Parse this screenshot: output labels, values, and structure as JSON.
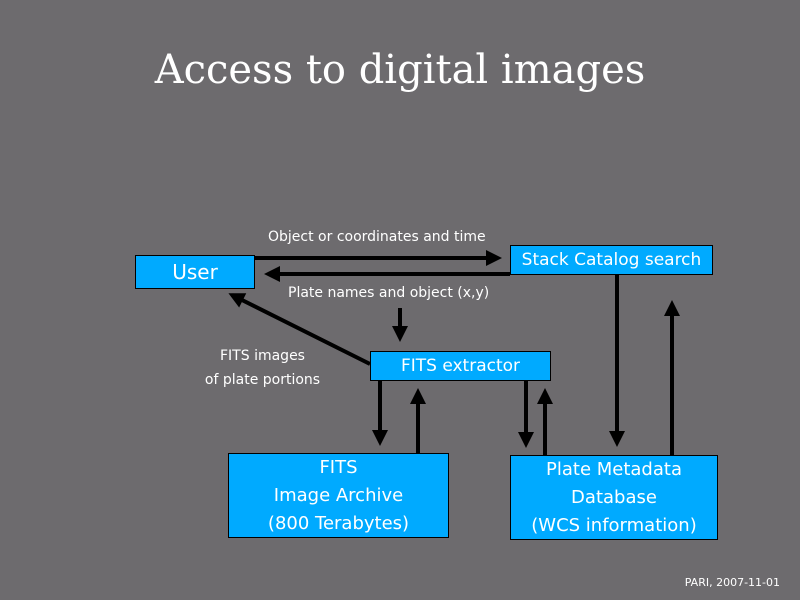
{
  "slide": {
    "title": "Access to digital images",
    "footer": "PARI, 2007-11-01"
  },
  "boxes": {
    "user": "User",
    "stack_catalog": "Stack Catalog search",
    "fits_extractor": "FITS extractor",
    "archive": [
      "FITS",
      "Image Archive",
      "(800 Terabytes)"
    ],
    "metadata": [
      "Plate Metadata",
      "Database",
      "(WCS information)"
    ]
  },
  "labels": {
    "request": "Object or coordinates and time",
    "response": "Plate names and object (x,y)",
    "fits_images": [
      "FITS images",
      "of plate portions"
    ]
  },
  "colors": {
    "background": "#6d6b6e",
    "box_fill": "#00aaff",
    "arrow": "#000000",
    "text": "#ffffff"
  }
}
